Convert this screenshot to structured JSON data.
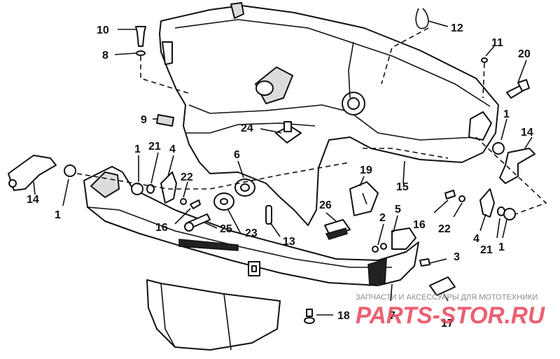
{
  "callouts": [
    {
      "id": "10",
      "label": "10"
    },
    {
      "id": "8",
      "label": "8"
    },
    {
      "id": "12",
      "label": "12"
    },
    {
      "id": "11",
      "label": "11"
    },
    {
      "id": "20",
      "label": "20"
    },
    {
      "id": "9",
      "label": "9"
    },
    {
      "id": "1a",
      "label": "1"
    },
    {
      "id": "14a",
      "label": "14"
    },
    {
      "id": "24",
      "label": "24"
    },
    {
      "id": "1b",
      "label": "1"
    },
    {
      "id": "21a",
      "label": "21"
    },
    {
      "id": "4a",
      "label": "4"
    },
    {
      "id": "6",
      "label": "6"
    },
    {
      "id": "15",
      "label": "15"
    },
    {
      "id": "19",
      "label": "19"
    },
    {
      "id": "22a",
      "label": "22"
    },
    {
      "id": "14b",
      "label": "14"
    },
    {
      "id": "1c",
      "label": "1"
    },
    {
      "id": "16a",
      "label": "16"
    },
    {
      "id": "25",
      "label": "25"
    },
    {
      "id": "23",
      "label": "23"
    },
    {
      "id": "13",
      "label": "13"
    },
    {
      "id": "26",
      "label": "26"
    },
    {
      "id": "2",
      "label": "2"
    },
    {
      "id": "5",
      "label": "5"
    },
    {
      "id": "16b",
      "label": "16"
    },
    {
      "id": "22b",
      "label": "22"
    },
    {
      "id": "4b",
      "label": "4"
    },
    {
      "id": "21b",
      "label": "21"
    },
    {
      "id": "1d",
      "label": "1"
    },
    {
      "id": "3",
      "label": "3"
    },
    {
      "id": "18",
      "label": "18"
    },
    {
      "id": "7",
      "label": "7"
    },
    {
      "id": "17",
      "label": "17"
    }
  ],
  "watermark": {
    "tagline": "ЗАПЧАСТИ И АКСЕССУАРЫ ДЛЯ МОТОТЕХНИКИ",
    "logo": "PARTS-STOR.RU"
  }
}
